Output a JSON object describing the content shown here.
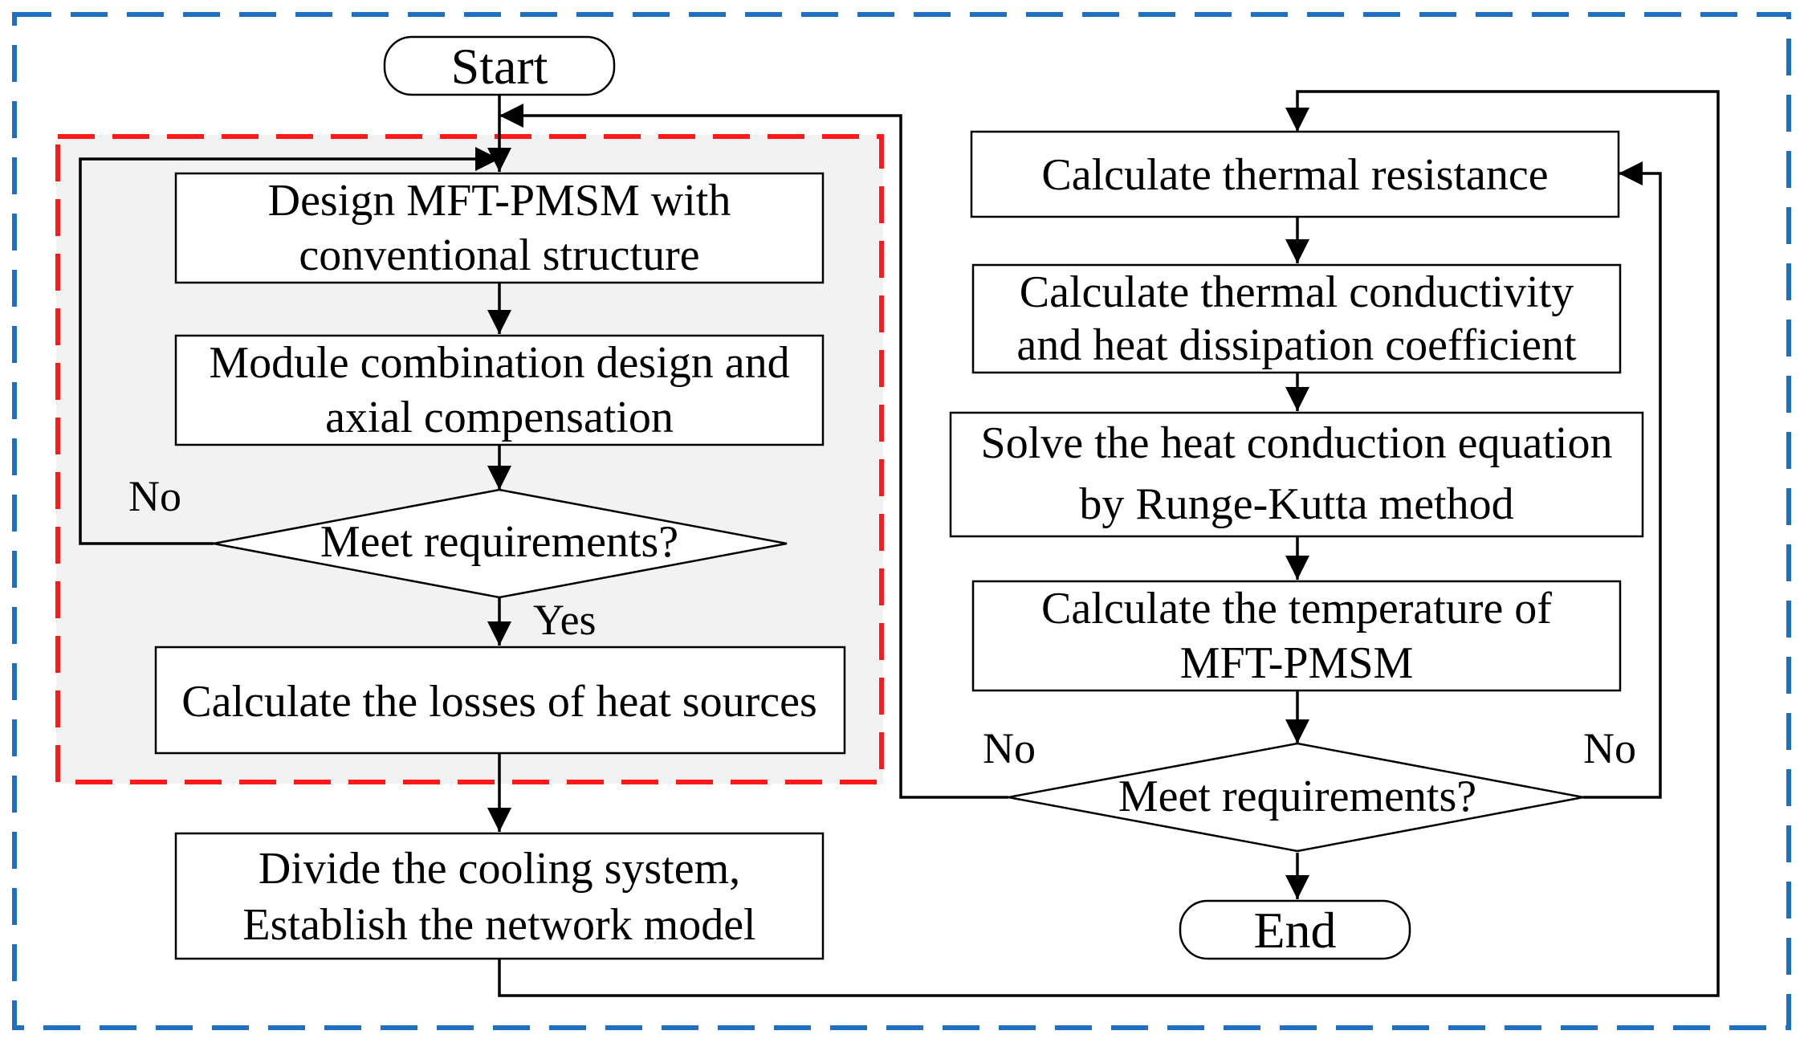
{
  "nodes": {
    "start": "Start",
    "end": "End",
    "design": [
      "Design MFT-PMSM with",
      "conventional structure"
    ],
    "module": [
      "Module combination design and",
      "axial compensation"
    ],
    "meet_left": "Meet requirements?",
    "losses": "Calculate the losses of heat sources",
    "divide": [
      "Divide the cooling system,",
      "Establish the network model"
    ],
    "thermal_resistance": "Calculate thermal resistance",
    "conductivity": [
      "Calculate thermal conductivity",
      "and heat dissipation coefficient"
    ],
    "solve": [
      "Solve the heat conduction equation",
      "by Runge-Kutta method"
    ],
    "temperature": [
      "Calculate the temperature of",
      "MFT-PMSM"
    ],
    "meet_right": "Meet requirements?"
  },
  "labels": {
    "left_no": "No",
    "left_yes": "Yes",
    "right_no_left": "No",
    "right_no_right": "No"
  },
  "colors": {
    "outer_border": "#1f6fc0",
    "inner_border": "#ff1a1a",
    "inner_fill": "#f2f2f2",
    "line": "#000000"
  }
}
